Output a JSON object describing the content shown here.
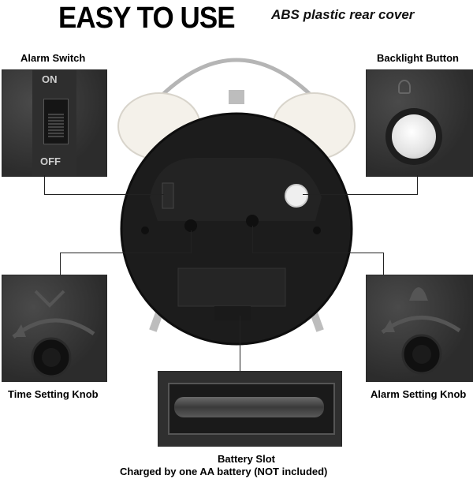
{
  "header": {
    "title": "EASY TO USE",
    "subtitle": "ABS plastic rear cover"
  },
  "callouts": {
    "alarm_switch": "Alarm Switch",
    "switch_on": "ON",
    "switch_off": "OFF",
    "backlight_button": "Backlight Button",
    "time_knob": "Time Setting Knob",
    "alarm_knob": "Alarm Setting Knob",
    "battery_slot": "Battery Slot",
    "battery_note": "Charged by one AA battery   (NOT included)"
  },
  "colors": {
    "clock_body": "#1c1c1c",
    "bells": "#f4f1ea",
    "panel": "#3a3a3a",
    "backlight": "#eeeeee"
  }
}
